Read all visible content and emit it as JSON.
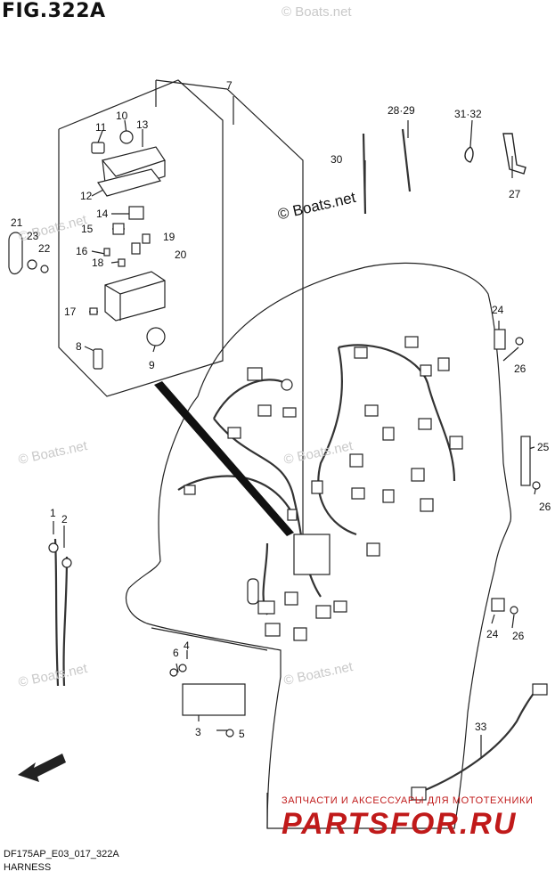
{
  "figure": {
    "title": "FIG.322A",
    "model_code": "DF175AP_E03_017_322A",
    "section": "HARNESS"
  },
  "callouts": {
    "p1": "1",
    "p2": "2",
    "p3": "3",
    "p4": "4",
    "p5": "5",
    "p6": "6",
    "p7": "7",
    "p8": "8",
    "p9": "9",
    "p10": "10",
    "p11": "11",
    "p12": "12",
    "p13": "13",
    "p14": "14",
    "p15": "15",
    "p16": "16",
    "p17": "17",
    "p18": "18",
    "p19": "19",
    "p20": "20",
    "p21": "21",
    "p22": "22",
    "p23": "23",
    "p24a": "24",
    "p24b": "24",
    "p25": "25",
    "p26a": "26",
    "p26b": "26",
    "p26c": "26",
    "p27": "27",
    "p2829": "28·29",
    "p30": "30",
    "p3132": "31·32",
    "p33": "33"
  },
  "watermarks": {
    "main": "© Boats.net",
    "faint": "© Boats.net"
  },
  "fwd_arrow": {
    "label": "FWD",
    "icon": "fwd-arrow-icon"
  },
  "shop": {
    "tagline": "ЗАПЧАСТИ И АКСЕССУАРЫ ДЛЯ МОТОТЕХНИКИ",
    "logo_text": "PARTSFOR.RU",
    "color": "#c01a1a"
  }
}
